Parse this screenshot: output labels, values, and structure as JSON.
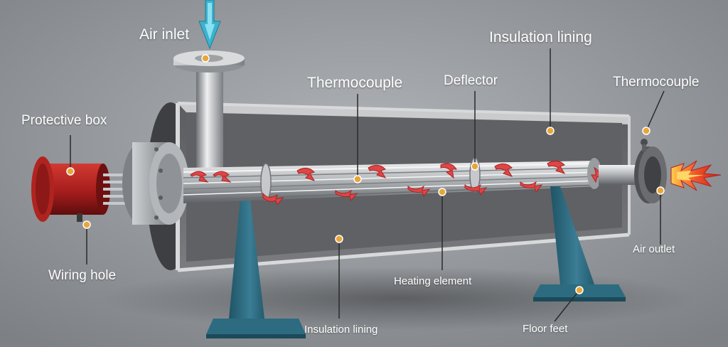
{
  "colors": {
    "background": "#8d9094",
    "steel_frame": "#2f6f86",
    "shell": "#6e7073",
    "red_box": "#a51d1d",
    "flow_arrow": "#e04545",
    "inlet_arrow": "#3ab3cf",
    "marker_dot": "#e8a63a",
    "label_text": "#ffffff",
    "leader_line": "#2a2a2a"
  },
  "labels": {
    "air_inlet": "Air inlet",
    "insulation_lining_top": "Insulation lining",
    "thermocouple_center": "Thermocouple",
    "deflector": "Deflector",
    "thermocouple_right": "Thermocouple",
    "protective_box": "Protective box",
    "wiring_hole": "Wiring hole",
    "air_outlet": "Air outlet",
    "heating_element": "Heating element",
    "insulation_lining_bottom": "Insulation lining",
    "floor_feet": "Floor feet"
  },
  "icons": {
    "inlet_arrow": "down-arrow-icon",
    "outlet_flame": "flame-arrow-icon",
    "flow_arrows": "curved-arrow-icon"
  }
}
